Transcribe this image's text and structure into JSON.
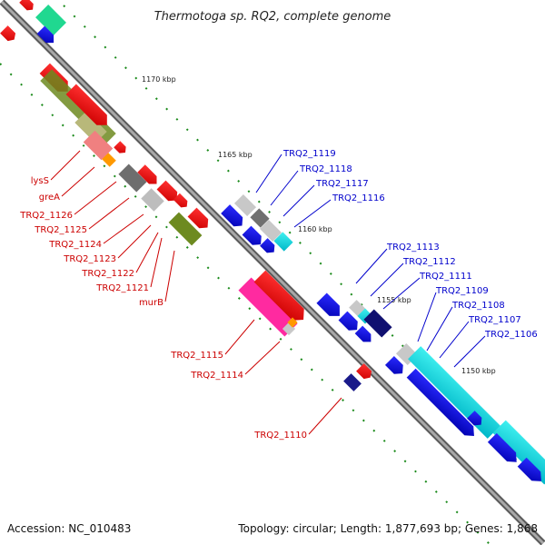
{
  "title": "Thermotoga sp. RQ2, complete genome",
  "footer": {
    "accession": "Accession: NC_010483",
    "summary": "Topology: circular; Length: 1,877,693 bp; Genes: 1,868"
  },
  "scale_labels": [
    "1170 kbp",
    "1165 kbp",
    "1160 kbp",
    "1155 kbp",
    "1150 kbp"
  ],
  "gene_labels": {
    "reverse_strand": [
      "lysS",
      "greA",
      "TRQ2_1126",
      "TRQ2_1125",
      "TRQ2_1124",
      "TRQ2_1123",
      "TRQ2_1122",
      "TRQ2_1121",
      "murB",
      "TRQ2_1115",
      "TRQ2_1114",
      "TRQ2_1110"
    ],
    "forward_strand": [
      "TRQ2_1119",
      "TRQ2_1118",
      "TRQ2_1117",
      "TRQ2_1116",
      "TRQ2_1113",
      "TRQ2_1112",
      "TRQ2_1111",
      "TRQ2_1109",
      "TRQ2_1108",
      "TRQ2_1107",
      "TRQ2_1106"
    ]
  },
  "colors": {
    "reverse_gene": "#ff0000",
    "forward_gene": "#0000ff",
    "rna_cyan": "#00e5e5",
    "backbone": "#808080",
    "tick": "#1a8a1a",
    "reverse_label": "#cc0000",
    "forward_label": "#0000cc"
  }
}
